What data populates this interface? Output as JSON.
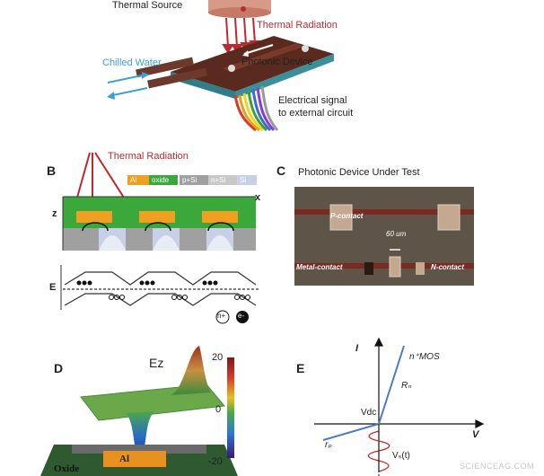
{
  "panel_a": {
    "thermal_source": "Thermal Source",
    "thermal_radiation": "Thermal Radiation",
    "chilled_water": "Chilled Water",
    "photonic_device": "Photonic Device",
    "electrical_signal_line1": "Electrical signal",
    "electrical_signal_line2": "to external circuit"
  },
  "panel_b": {
    "letter": "B",
    "thermal_radiation": "Thermal Radiation",
    "legend": [
      "Al",
      "oxide",
      "p+Si",
      "n+Si",
      "Si"
    ],
    "axis_z": "z",
    "axis_x": "x",
    "axis_e": "E",
    "holes": "h+",
    "electrons": "e-"
  },
  "panel_c": {
    "letter": "C",
    "title": "Photonic Device Under Test",
    "p_contact": "P-contact",
    "metal_contact": "Metal-contact",
    "n_contact": "N-contact",
    "scale": "60 um"
  },
  "panel_d": {
    "letter": "D",
    "field_label": "Ez",
    "colorbar_max": "20",
    "colorbar_zero": "0",
    "colorbar_min": "-20",
    "al_label": "Al",
    "oxide_label": "Oxide"
  },
  "panel_e": {
    "letter": "E",
    "axis_i": "I",
    "axis_v": "V",
    "nmos": "n⁺MOS",
    "rn": "Rₙ",
    "vdc": "Vdc",
    "rp": "rₚ",
    "vs": "Vₛ(t)"
  },
  "watermark": "SCIENCEAG.COM"
}
